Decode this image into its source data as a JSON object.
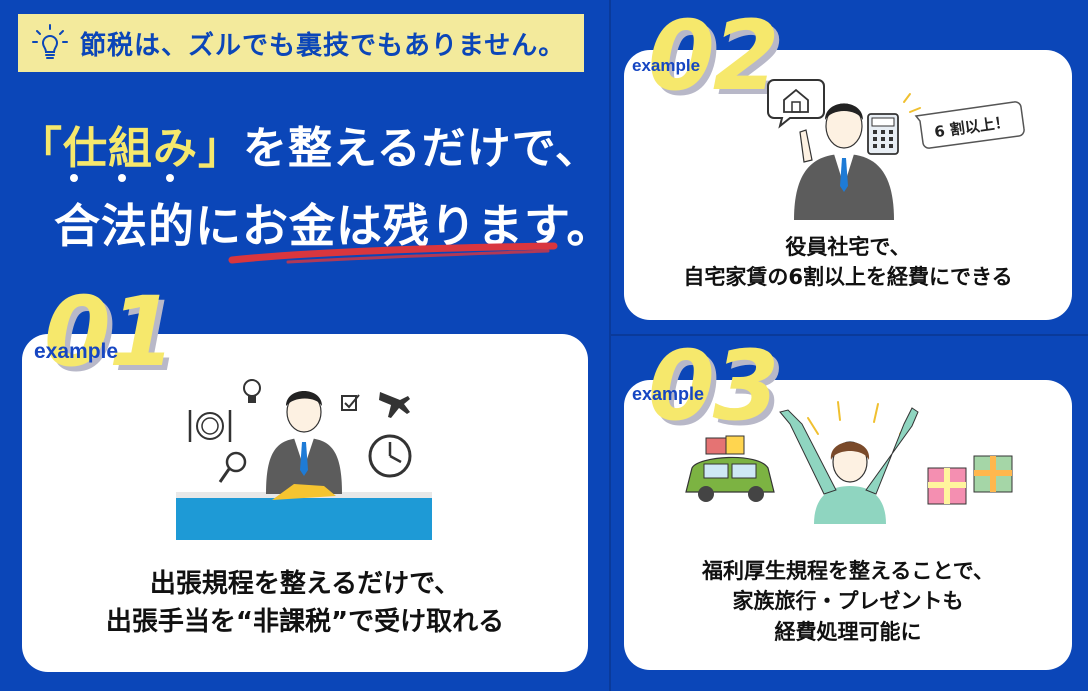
{
  "banner": {
    "text": "節税は、ズルでも裏技でもありません。"
  },
  "headline": {
    "line1_part1": "「仕組み」",
    "line1_part2": "を整えるだけで、",
    "line2": "合法的にお金は残ります。"
  },
  "examples": [
    {
      "number": "01",
      "label": "example",
      "caption_lines": [
        "出張規程を整えるだけで、",
        "出張手当を“非課税”で受け取れる"
      ]
    },
    {
      "number": "02",
      "label": "example",
      "caption_lines": [
        "役員社宅で、",
        "自宅家賃の6割以上を経費にできる"
      ],
      "bubble": "6 割以上！"
    },
    {
      "number": "03",
      "label": "example",
      "caption_lines": [
        "福利厚生規程を整えることで、",
        "家族旅行・プレゼントも",
        "経費処理可能に"
      ]
    }
  ],
  "colors": {
    "background": "#0b46b8",
    "accent_yellow": "#f6e86c",
    "banner_bg": "#f3ea9c",
    "underline_red": "#d9363e"
  }
}
